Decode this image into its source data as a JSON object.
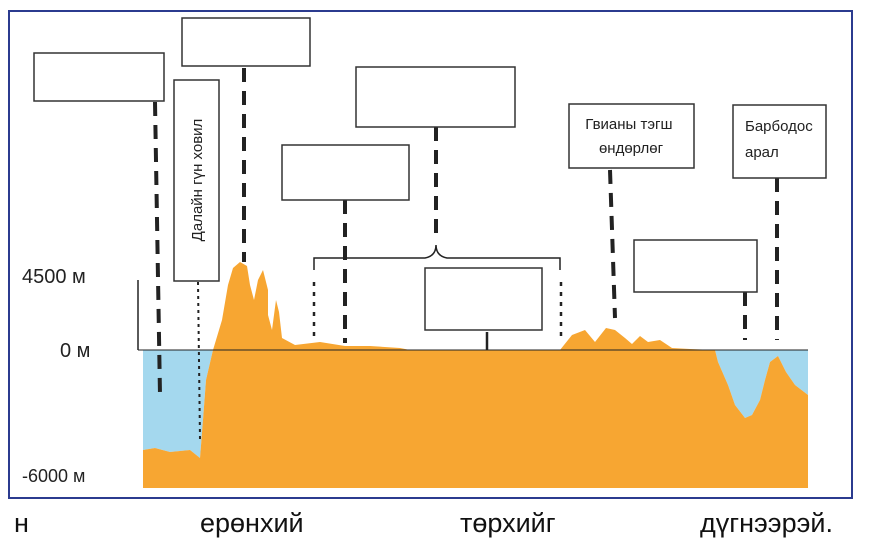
{
  "figure": {
    "axis_labels": {
      "top": "4500 м",
      "zero": "0 м",
      "bottom": "-6000 м"
    },
    "labels": {
      "trench": "Далайн гүн ховил",
      "guiana": "Гвианы тэгш\nөндөрлөг",
      "barbados": "Барбодос\nарал"
    },
    "colors": {
      "land": "#f7a632",
      "sea": "#a4d8ee",
      "frame": "#2b3b8f",
      "box_border": "#333333",
      "line": "#222222"
    },
    "empty_boxes": 6
  },
  "caption": {
    "words": [
      "н",
      "ерөнхий",
      "төрхийг",
      "дүгнээрэй."
    ]
  }
}
